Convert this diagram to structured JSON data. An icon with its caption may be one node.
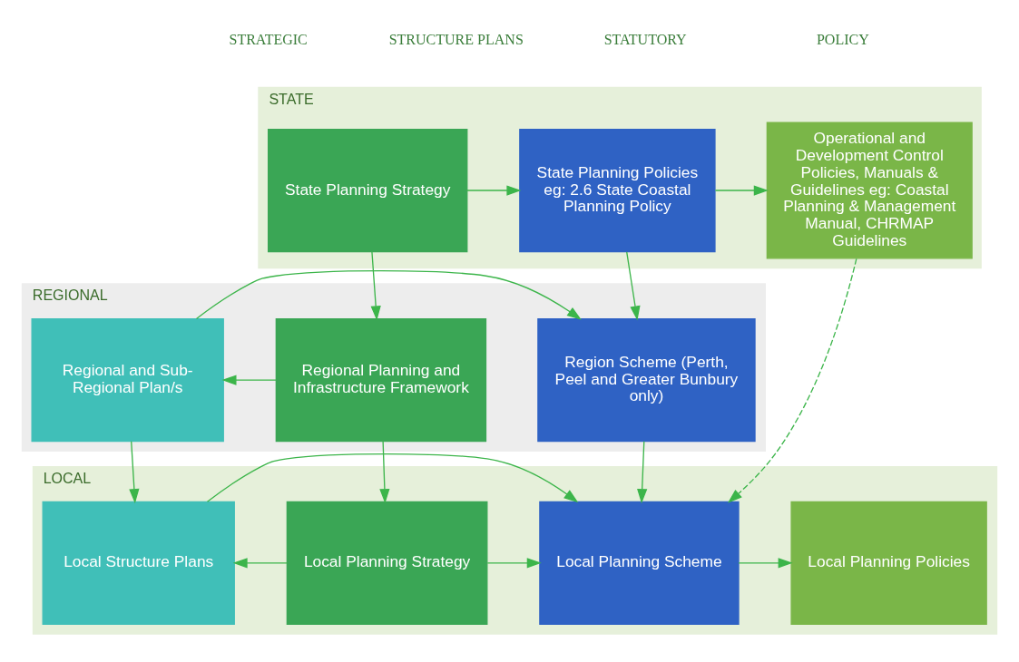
{
  "diagram": {
    "nodes": [
      {
        "text": [
          "STATE"
        ]
      },
      {
        "text": [
          "State Planning Strategy"
        ],
        "in": 0
      },
      {
        "text": [
          "State Planning Policies eg: 2.6 State Coastal Planning Policy"
        ],
        "in": 0
      },
      {
        "text": [
          "Operational and Development Control Policies, Manuals & Guidelines eg: Coastal Planning & Management Manual, CHRMAP Guidelines"
        ],
        "in": 0
      },
      {
        "text": [
          "REGIONAL"
        ]
      },
      {
        "text": [
          "Regional Planning and Infrastructure Framework"
        ],
        "in": 4
      },
      {
        "text": [
          "Regional and Sub-Regional Plan/s"
        ],
        "in": 4
      },
      {
        "text": [
          "Region Scheme (Perth, Peel and Greater Bunbury only)"
        ],
        "in": 4
      },
      {
        "text": [
          "LOCAL"
        ]
      },
      {
        "text": [
          "Local Planning Strategy"
        ],
        "in": 8
      },
      {
        "text": [
          "Local Structure Plans"
        ],
        "in": 8
      },
      {
        "text": [
          "Local Planning Scheme"
        ],
        "in": 8
      },
      {
        "text": [
          "Local Planning Policies"
        ],
        "in": 8
      }
    ],
    "edges": [
      {
        "from": 1,
        "to": 2,
        "arrow": "to"
      },
      {
        "from": 2,
        "to": 3,
        "arrow": "to"
      },
      {
        "from": 1,
        "to": 5,
        "arrow": "to"
      },
      {
        "from": 2,
        "to": 7,
        "arrow": "to"
      },
      {
        "from": 5,
        "to": 6,
        "arrow": "to"
      },
      {
        "from": 6,
        "to": 7,
        "arrow": "to"
      },
      {
        "from": 5,
        "to": 9,
        "arrow": "to"
      },
      {
        "from": 6,
        "to": 10,
        "arrow": "to"
      },
      {
        "from": 7,
        "to": 11,
        "arrow": "to"
      },
      {
        "from": 3,
        "to": 11,
        "arrow": "to",
        "style": "dashed"
      },
      {
        "from": 9,
        "to": 10,
        "arrow": "to"
      },
      {
        "from": 10,
        "to": 11,
        "arrow": "to"
      },
      {
        "from": 9,
        "to": 11,
        "arrow": "to"
      },
      {
        "from": 11,
        "to": 12,
        "arrow": "to"
      }
    ],
    "labels": [
      "STRATEGIC",
      "STRUCTURE PLANS",
      "STATUTORY",
      "POLICY"
    ]
  }
}
